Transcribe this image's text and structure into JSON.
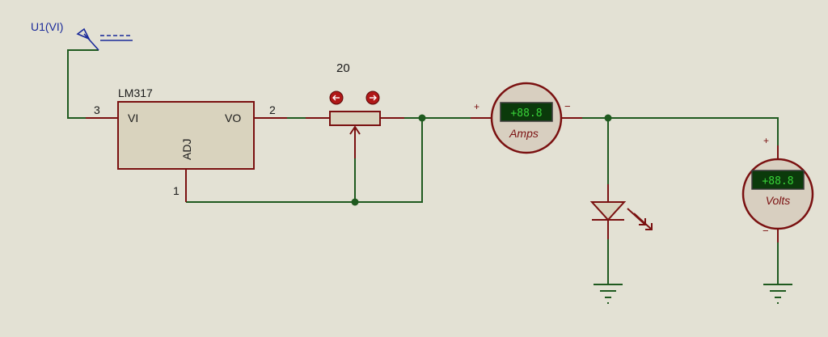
{
  "colors": {
    "background": "#e3e1d4",
    "wire": "#1f5a1f",
    "component_outline": "#7a1010",
    "component_fill": "#d9d3be",
    "meter_fill": "#d8cfc0",
    "lcd_background": "#0b3a0b",
    "lcd_text": "#39d339",
    "terminal_label": "#1a2a9a",
    "text": "#1a1a1a"
  },
  "generator": {
    "label": "U1(VI)",
    "icon": "antenna-generator-icon"
  },
  "regulator": {
    "name": "LM317",
    "pin_vi": "VI",
    "pin_vo": "VO",
    "pin_adj": "ADJ",
    "pin_num_vi": "3",
    "pin_num_vo": "2",
    "pin_num_adj": "1"
  },
  "potentiometer": {
    "value": "20",
    "decrease_icon": "arrow-left-icon",
    "increase_icon": "arrow-right-icon"
  },
  "ammeter": {
    "label": "Amps",
    "display": "+88.8",
    "plus": "+",
    "minus": "−"
  },
  "voltmeter": {
    "label": "Volts",
    "display": "+88.8",
    "plus": "+",
    "minus": "−"
  },
  "led": {
    "icon": "led-icon"
  },
  "ground": {
    "icon": "ground-icon"
  }
}
